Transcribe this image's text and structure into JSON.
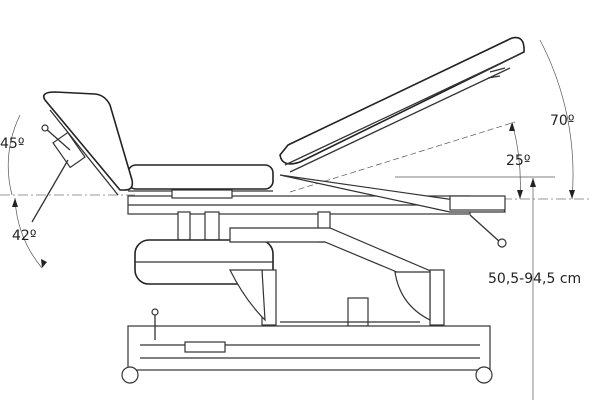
{
  "diagram": {
    "subject": "adjustable-treatment-table",
    "labels": {
      "head_up_angle": "45º",
      "head_down_angle": "42º",
      "seat_angle": "25º",
      "back_angle": "70º",
      "height_range": "50,5-94,5 cm"
    }
  }
}
